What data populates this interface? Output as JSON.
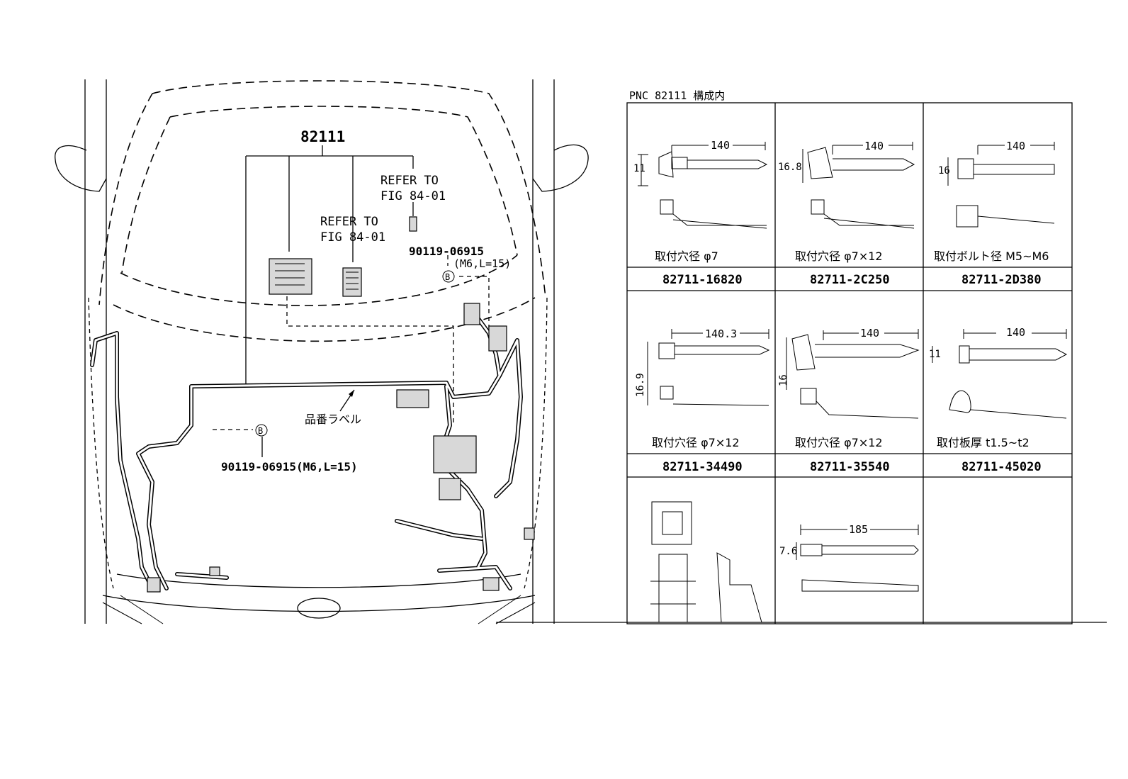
{
  "main": {
    "part_number": "82111",
    "refer_1": "REFER TO",
    "refer_1_fig": "FIG 84-01",
    "refer_2": "REFER TO",
    "refer_2_fig": "FIG 84-01",
    "bolt_top": "90119-06915",
    "bolt_top_spec": "(M6,L=15)",
    "bolt_left": "90119-06915(M6,L=15)",
    "marker": "B",
    "label_jp": "品番ラベル"
  },
  "table": {
    "title": "PNC 82111 構成内",
    "cells": [
      {
        "dim": "140",
        "height": "11",
        "caption": "取付穴径 φ7",
        "part": "82711-16820"
      },
      {
        "dim": "140",
        "height": "16.8",
        "caption": "取付穴径 φ7×12",
        "part": "82711-2C250"
      },
      {
        "dim": "140",
        "height": "16",
        "caption": "取付ボルト径 M5~M6",
        "part": "82711-2D380"
      },
      {
        "dim": "140.3",
        "height": "16.9",
        "caption": "取付穴径 φ7×12",
        "part": "82711-34490"
      },
      {
        "dim": "140",
        "height": "16",
        "caption": "取付穴径 φ7×12",
        "part": "82711-35540"
      },
      {
        "dim": "140",
        "height": "11",
        "caption": "取付板厚 t1.5~t2",
        "part": "82711-45020"
      },
      {
        "dim": "",
        "height": "",
        "caption": "",
        "part": ""
      },
      {
        "dim": "185",
        "height": "7.6",
        "caption": "",
        "part": ""
      },
      {
        "dim": "",
        "height": "",
        "caption": "",
        "part": ""
      }
    ]
  }
}
